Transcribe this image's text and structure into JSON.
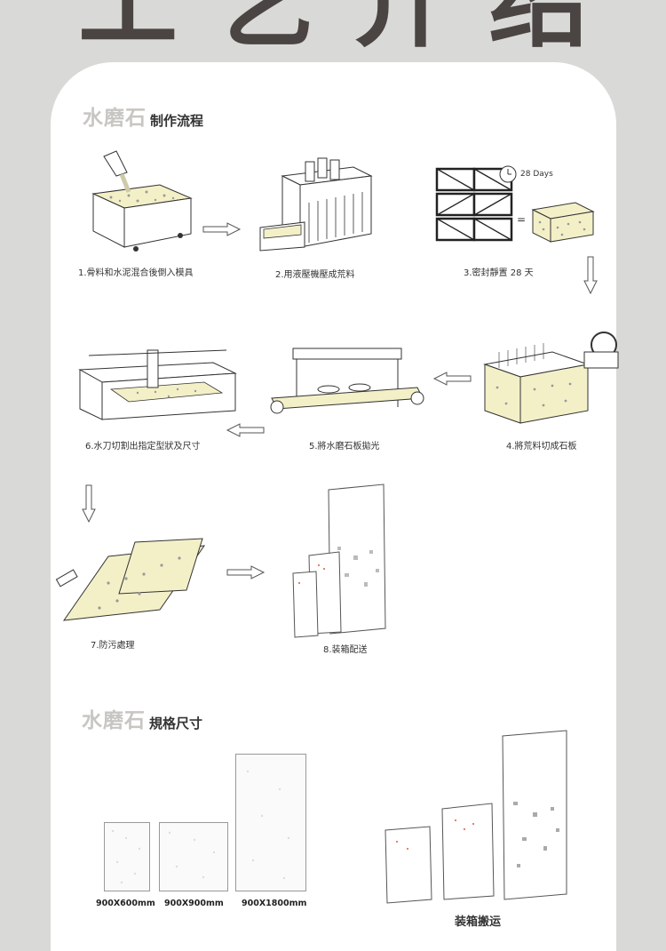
{
  "page": {
    "hero_title": "工艺介绍"
  },
  "process": {
    "title_main": "水磨石",
    "title_sub": "制作流程",
    "days_label": "28 Days",
    "steps": [
      "1.骨料和水泥混合後倒入模具",
      "2.用液壓機壓成荒料",
      "3.密封靜置 28 天",
      "4.將荒料切成石板",
      "5.將水磨石板拋光",
      "6.水刀切割出指定型狀及尺寸",
      "7.防污處理",
      "8.装箱配送"
    ]
  },
  "specs": {
    "title_main": "水磨石",
    "title_sub": "規格尺寸",
    "sizes": [
      "900X600mm",
      "900X900mm",
      "900X1800mm"
    ],
    "bottom_label": "装箱搬运"
  },
  "colors": {
    "background": "#d9d9d7",
    "card": "#ffffff",
    "hero": "#4a4543",
    "terrazzo": "#f3f0c8",
    "accent": "#e2836e",
    "line": "#333333"
  }
}
